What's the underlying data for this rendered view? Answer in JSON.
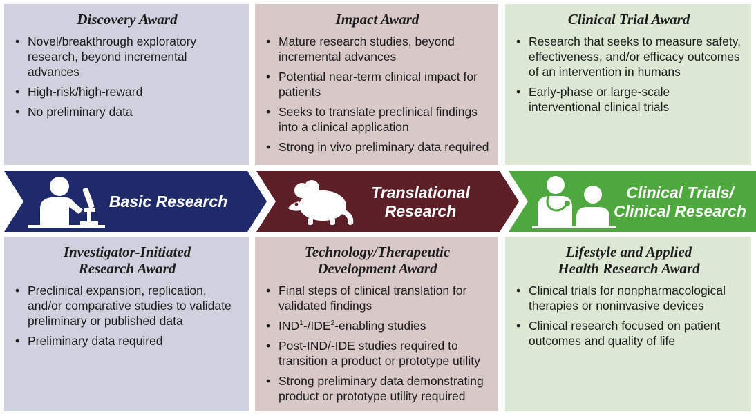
{
  "columns": [
    {
      "top": {
        "title": "Discovery Award",
        "bullets": [
          "Novel/breakthrough exploratory research, beyond incremental advances",
          "High-risk/high-reward",
          "No preliminary data"
        ]
      },
      "stage": {
        "label": "Basic Research",
        "color": "#1f2a6b",
        "icon": "microscope-researcher-icon"
      },
      "bottom": {
        "title_line1": "Investigator-Initiated",
        "title_line2": "Research Award",
        "bullets": [
          "Preclinical expansion, replication, and/or comparative studies to validate preliminary or published data",
          "Preliminary data required"
        ]
      }
    },
    {
      "top": {
        "title": "Impact Award",
        "bullets": [
          "Mature research studies, beyond incremental advances",
          "Potential near-term clinical impact for patients",
          "Seeks to translate preclinical findings into a clinical application",
          "Strong in vivo preliminary data required"
        ]
      },
      "stage": {
        "label_line1": "Translational",
        "label_line2": "Research",
        "color": "#5c1f27",
        "icon": "mouse-icon"
      },
      "bottom": {
        "title_line1": "Technology/Therapeutic",
        "title_line2": "Development Award",
        "bullets": [
          {
            "pre": "IND",
            "sup1": "1",
            "mid": "-/IDE",
            "sup2": "2",
            "post": "-enabling studies"
          }
        ],
        "bullet1": "Final steps of clinical translation for validated findings",
        "bullet3": "Post-IND/-IDE studies required to transition a product or prototype utility",
        "bullet4": "Strong preliminary data demonstrating product or prototype utility required"
      }
    },
    {
      "top": {
        "title": "Clinical Trial Award",
        "bullets": [
          "Research that seeks to measure safety, effectiveness, and/or efficacy outcomes of an intervention in humans",
          "Early-phase or large-scale interventional clinical trials"
        ]
      },
      "stage": {
        "label_line1": "Clinical Trials/",
        "label_line2": "Clinical Research",
        "color": "#4fa83d",
        "icon": "doctor-patient-icon"
      },
      "bottom": {
        "title_line1": "Lifestyle and Applied",
        "title_line2": "Health Research Award",
        "bullets": [
          "Clinical trials for nonpharmacological therapies or noninvasive devices",
          "Clinical research focused on patient outcomes and quality of life"
        ]
      }
    }
  ]
}
